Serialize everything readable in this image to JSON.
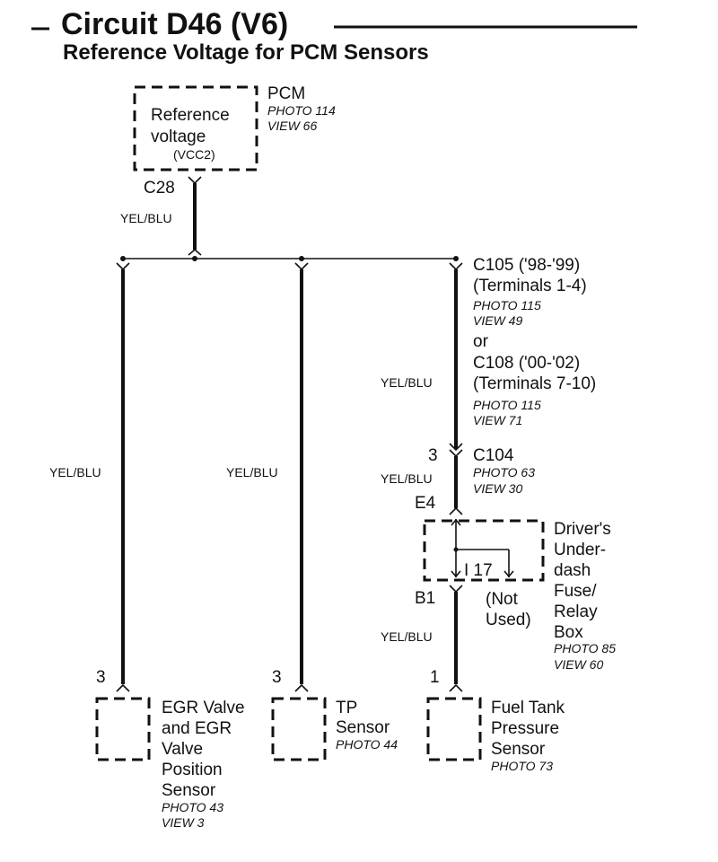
{
  "header": {
    "title": "Circuit D46 (V6)",
    "subtitle": "Reference Voltage for PCM Sensors"
  },
  "pcm": {
    "name": "PCM",
    "inner_line1": "Reference",
    "inner_line2": "voltage",
    "inner_line3": "(VCC2)",
    "photo": "PHOTO 114",
    "view": "VIEW 66",
    "connector": "C28"
  },
  "wires": {
    "main": "YEL/BLU",
    "branch_egr": "YEL/BLU",
    "branch_tp": "YEL/BLU",
    "branch_fuse_upper": "YEL/BLU",
    "branch_fuse_mid": "YEL/BLU",
    "branch_fuse_lower": "YEL/BLU"
  },
  "connector_c105": {
    "line1": "C105 ('98-'99)",
    "line2": "(Terminals 1-4)",
    "photo": "PHOTO 115",
    "view": "VIEW 49",
    "or": "or",
    "alt_line1": "C108 ('00-'02)",
    "alt_line2": "(Terminals 7-10)",
    "alt_photo": "PHOTO 115",
    "alt_view": "VIEW 71"
  },
  "connector_c104": {
    "pin": "3",
    "name": "C104",
    "photo": "PHOTO 63",
    "view": "VIEW 30"
  },
  "fuse_box": {
    "pin_in": "E4",
    "pin_out": "B1",
    "fuse_label": "I 17",
    "not_used_1": "(Not",
    "not_used_2": "Used)",
    "name_lines": [
      "Driver's",
      "Under-",
      "dash",
      "Fuse/",
      "Relay",
      "Box"
    ],
    "photo": "PHOTO 85",
    "view": "VIEW 60"
  },
  "sensors": {
    "egr": {
      "pin": "3",
      "lines": [
        "EGR Valve",
        "and EGR",
        "Valve",
        "Position",
        "Sensor"
      ],
      "photo": "PHOTO 43",
      "view": "VIEW 3"
    },
    "tp": {
      "pin": "3",
      "lines": [
        "TP",
        "Sensor"
      ],
      "photo": "PHOTO 44"
    },
    "fuel": {
      "pin": "1",
      "lines": [
        "Fuel Tank",
        "Pressure",
        "Sensor"
      ],
      "photo": "PHOTO 73"
    }
  }
}
